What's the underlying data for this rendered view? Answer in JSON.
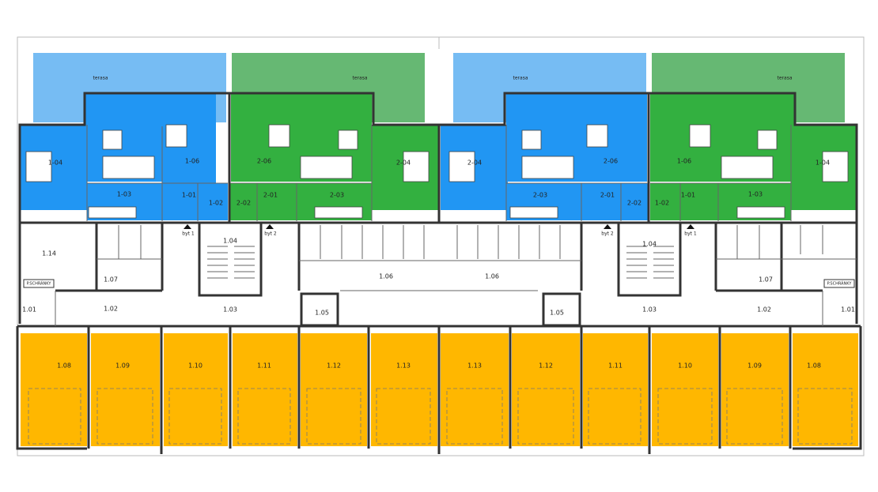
{
  "colors": {
    "unit_blue": "#2196f3",
    "unit_green": "#33b040",
    "terrace_blue": "#76bcf3",
    "terrace_green": "#66b873",
    "garage": "#ffb700"
  },
  "labels": {
    "terasa": "terasa",
    "r1_04": "1-04",
    "r1_06": "1-06",
    "r1_03": "1-03",
    "r1_01": "1-01",
    "r1_02": "1-02",
    "r2_06": "2-06",
    "r2_04": "2-04",
    "r2_03": "2-03",
    "r2_01": "2-01",
    "r2_02": "2-02",
    "byt1": "byt 1",
    "byt2": "byt 2",
    "s1_14": "1.14",
    "s1_07": "1.07",
    "s1_01": "1.01",
    "s1_02": "1.02",
    "s1_03": "1.03",
    "s1_04": "1.04",
    "s1_05": "1.05",
    "s1_06": "1.06",
    "schranky": "P.SCHRÁNKY",
    "g1_08": "1.08",
    "g1_09": "1.09",
    "g1_10": "1.10",
    "g1_11": "1.11",
    "g1_12": "1.12",
    "g1_13": "1.13"
  }
}
